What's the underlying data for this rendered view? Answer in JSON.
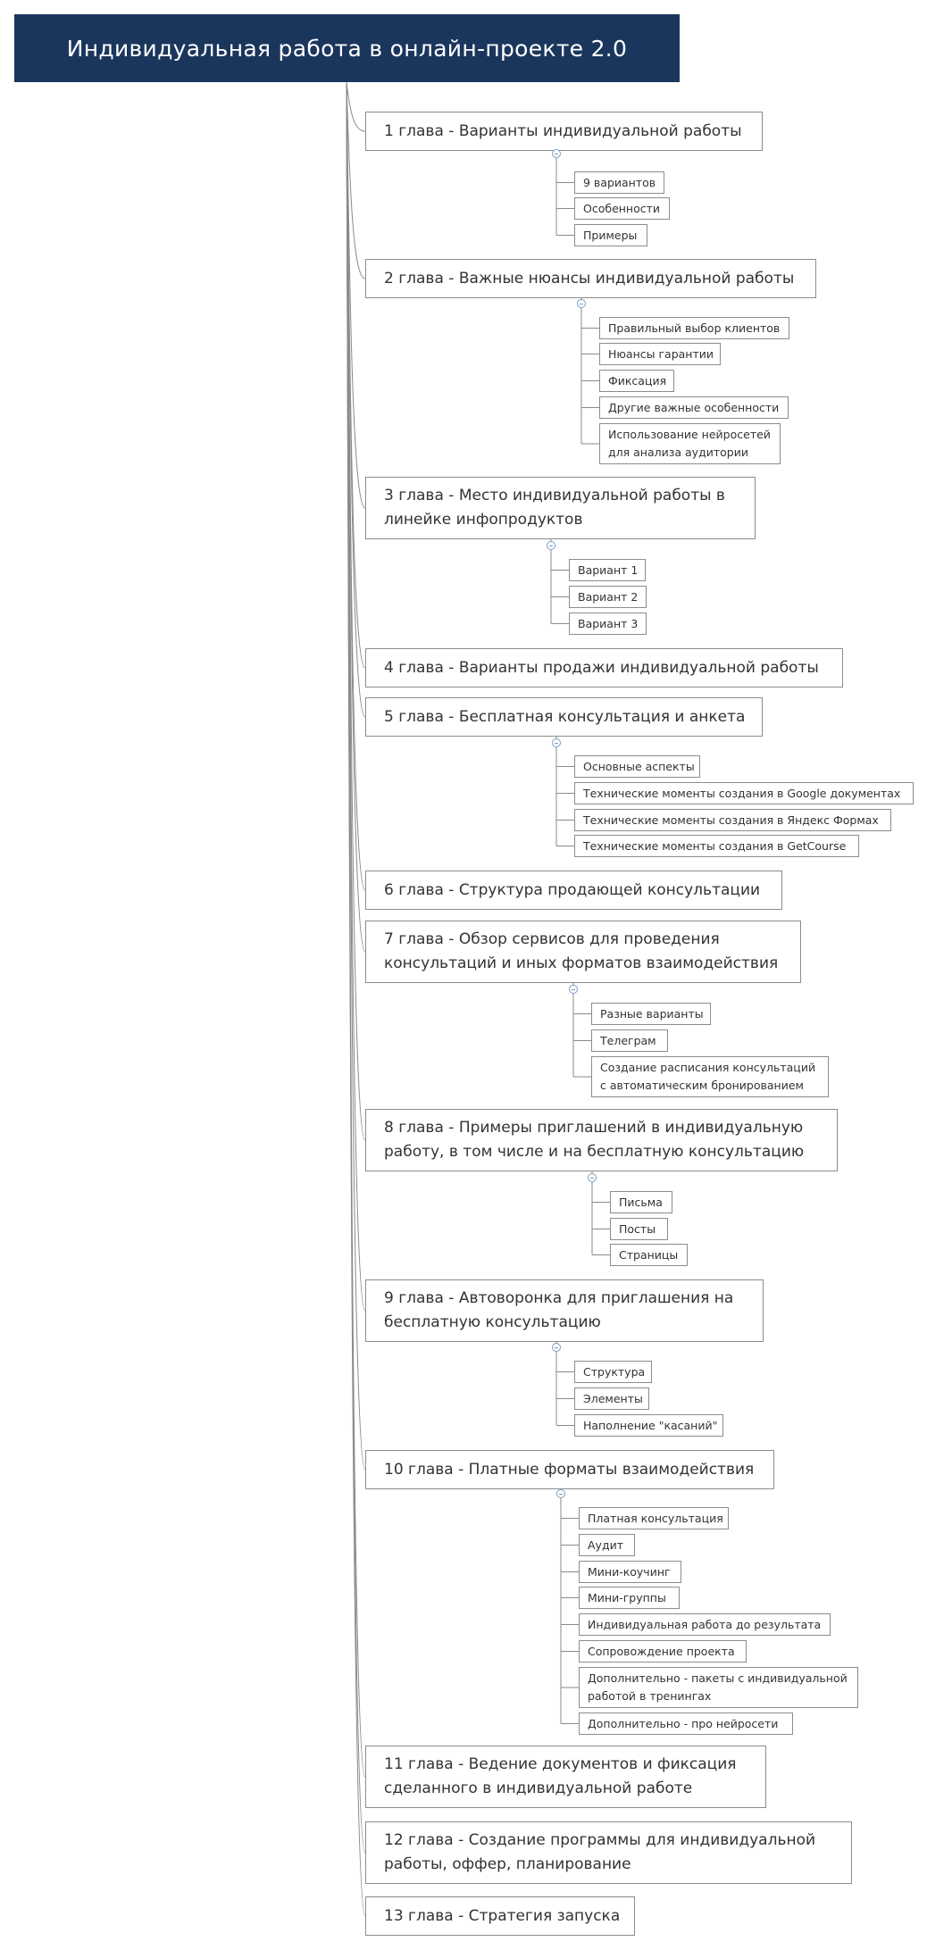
{
  "root": {
    "title": "Индивидуальная работа в онлайн-проекте 2.0"
  },
  "chapters": [
    {
      "lines": [
        "1 глава - Варианты индивидуальной работы"
      ],
      "subs": [
        {
          "lines": [
            "9 вариантов"
          ]
        },
        {
          "lines": [
            "Особенности"
          ]
        },
        {
          "lines": [
            "Примеры"
          ]
        }
      ]
    },
    {
      "lines": [
        "2 глава - Важные нюансы индивидуальной работы"
      ],
      "subs": [
        {
          "lines": [
            "Правильный выбор клиентов"
          ]
        },
        {
          "lines": [
            "Нюансы гарантии"
          ]
        },
        {
          "lines": [
            "Фиксация"
          ]
        },
        {
          "lines": [
            "Другие важные особенности"
          ]
        },
        {
          "lines": [
            "Использование нейросетей",
            "для анализа аудитории"
          ]
        }
      ]
    },
    {
      "lines": [
        "3 глава - Место индивидуальной работы в",
        "линейке инфопродуктов"
      ],
      "subs": [
        {
          "lines": [
            "Вариант 1"
          ]
        },
        {
          "lines": [
            "Вариант 2"
          ]
        },
        {
          "lines": [
            "Вариант 3"
          ]
        }
      ]
    },
    {
      "lines": [
        "4 глава - Варианты продажи индивидуальной работы"
      ],
      "subs": []
    },
    {
      "lines": [
        "5 глава - Бесплатная консультация и анкета"
      ],
      "subs": [
        {
          "lines": [
            "Основные аспекты"
          ]
        },
        {
          "lines": [
            "Технические моменты создания в Google документах"
          ]
        },
        {
          "lines": [
            "Технические моменты создания в Яндекс Формах"
          ]
        },
        {
          "lines": [
            "Технические моменты создания в GetCourse"
          ]
        }
      ]
    },
    {
      "lines": [
        "6 глава - Структура продающей консультации"
      ],
      "subs": []
    },
    {
      "lines": [
        "7 глава - Обзор сервисов для проведения",
        "консультаций и иных форматов взаимодействия"
      ],
      "subs": [
        {
          "lines": [
            "Разные варианты"
          ]
        },
        {
          "lines": [
            "Телеграм"
          ]
        },
        {
          "lines": [
            "Создание расписания консультаций",
            "с автоматическим бронированием"
          ]
        }
      ]
    },
    {
      "lines": [
        "8 глава - Примеры приглашений в индивидуальную",
        "работу, в том числе и на бесплатную консультацию"
      ],
      "subs": [
        {
          "lines": [
            "Письма"
          ]
        },
        {
          "lines": [
            "Посты"
          ]
        },
        {
          "lines": [
            "Страницы"
          ]
        }
      ]
    },
    {
      "lines": [
        "9 глава - Автоворонка для приглашения на",
        "бесплатную консультацию"
      ],
      "subs": [
        {
          "lines": [
            "Структура"
          ]
        },
        {
          "lines": [
            "Элементы"
          ]
        },
        {
          "lines": [
            "Наполнение \"касаний\""
          ]
        }
      ]
    },
    {
      "lines": [
        "10 глава - Платные форматы взаимодействия"
      ],
      "subs": [
        {
          "lines": [
            "Платная консультация"
          ]
        },
        {
          "lines": [
            "Аудит"
          ]
        },
        {
          "lines": [
            "Мини-коучинг"
          ]
        },
        {
          "lines": [
            "Мини-группы"
          ]
        },
        {
          "lines": [
            "Индивидуальная работа до результата"
          ]
        },
        {
          "lines": [
            "Сопровождение проекта"
          ]
        },
        {
          "lines": [
            "Дополнительно - пакеты с индивидуальной",
            "работой в тренингах"
          ]
        },
        {
          "lines": [
            "Дополнительно - про нейросети"
          ]
        }
      ]
    },
    {
      "lines": [
        "11 глава - Ведение документов и фиксация",
        "сделанного в индивидуальной работе"
      ],
      "subs": []
    },
    {
      "lines": [
        "12 глава - Создание программы для индивидуальной",
        "работы, оффер, планирование"
      ],
      "subs": []
    },
    {
      "lines": [
        "13 глава - Стратегия запуска"
      ],
      "subs": []
    }
  ]
}
